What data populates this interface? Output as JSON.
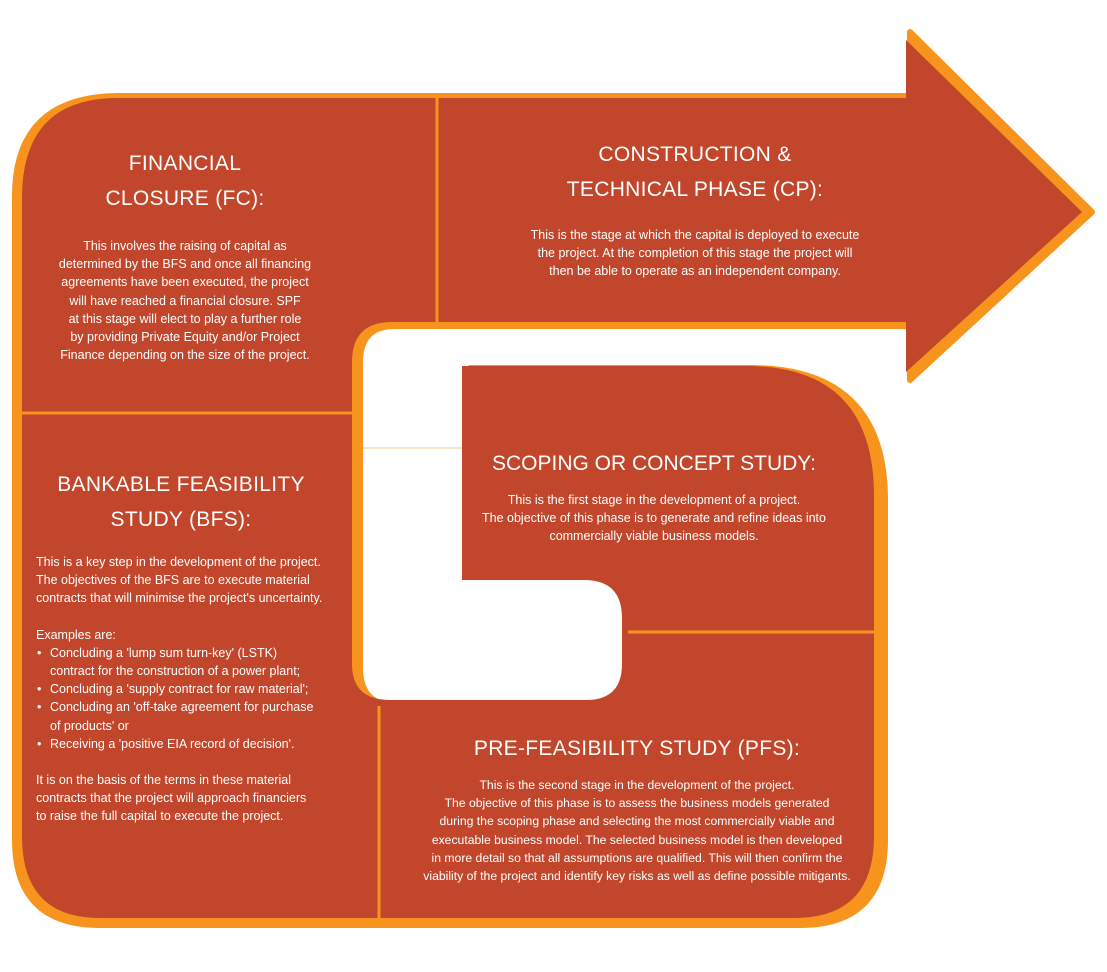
{
  "colors": {
    "fill": "#C1462B",
    "outline": "#F7941D",
    "divider": "#F7941D",
    "text": "#FFFFFF"
  },
  "stages": {
    "fc": {
      "title": "FINANCIAL\nCLOSURE (FC):",
      "body": "This involves the raising of capital as\ndetermined by the BFS and once all financing\nagreements have been executed, the project\nwill have reached a financial closure. SPF\nat this stage will elect to play a further role\nby providing Private Equity and/or Project\nFinance depending on the size of the project."
    },
    "cp": {
      "title": "CONSTRUCTION &\nTECHNICAL PHASE (CP):",
      "body": "This is the stage at which the capital is deployed to execute\nthe project. At the completion of this stage the project will\nthen be able to operate as an  independent company."
    },
    "bfs": {
      "title": "BANKABLE FEASIBILITY\nSTUDY (BFS):",
      "intro": "This is a key step in the development of the project.\nThe objectives of the BFS are to execute material\ncontracts that will minimise the project's uncertainty.",
      "examples_label": "Examples are:",
      "examples": [
        "Concluding a 'lump sum turn-key' (LSTK)\ncontract for the construction of a power plant;",
        "Concluding a 'supply contract for raw material';",
        "Concluding an 'off-take agreement for purchase\nof products' or",
        "Receiving a 'positive EIA record of decision'."
      ],
      "closing": "It is on the basis of the terms in these material\ncontracts that the project will approach financiers\nto raise the full capital to execute the project."
    },
    "scoping": {
      "title": "SCOPING OR CONCEPT STUDY:",
      "body": "This is the first stage in the development of a project.\nThe objective of this phase is to generate and refine ideas into\ncommercially viable business models."
    },
    "pfs": {
      "title": "PRE-FEASIBILITY STUDY (PFS):",
      "body": "This is the second stage in the development of the project.\nThe objective of this phase is to assess the business models generated\nduring the scoping phase and selecting the most commercially viable and\nexecutable business model. The selected business model is then developed\nin more detail so that all assumptions are qualified. This will then confirm the\nviability of the project and identify key risks as well as define possible mitigants."
    }
  }
}
